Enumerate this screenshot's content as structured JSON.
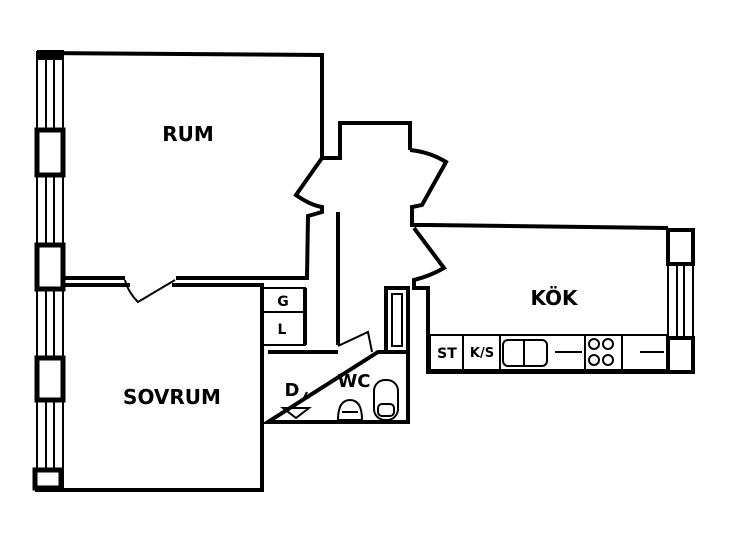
{
  "rooms": {
    "rum": "RUM",
    "sovrum": "SOVRUM",
    "kok": "KÖK",
    "wc": "WC"
  },
  "closets": {
    "g": "G",
    "l": "L"
  },
  "wc_fixtures": {
    "shower": "D"
  },
  "kitchen_counter": {
    "st": "ST",
    "ks": "K/S"
  },
  "colors": {
    "line": "#000000",
    "background": "#ffffff"
  }
}
